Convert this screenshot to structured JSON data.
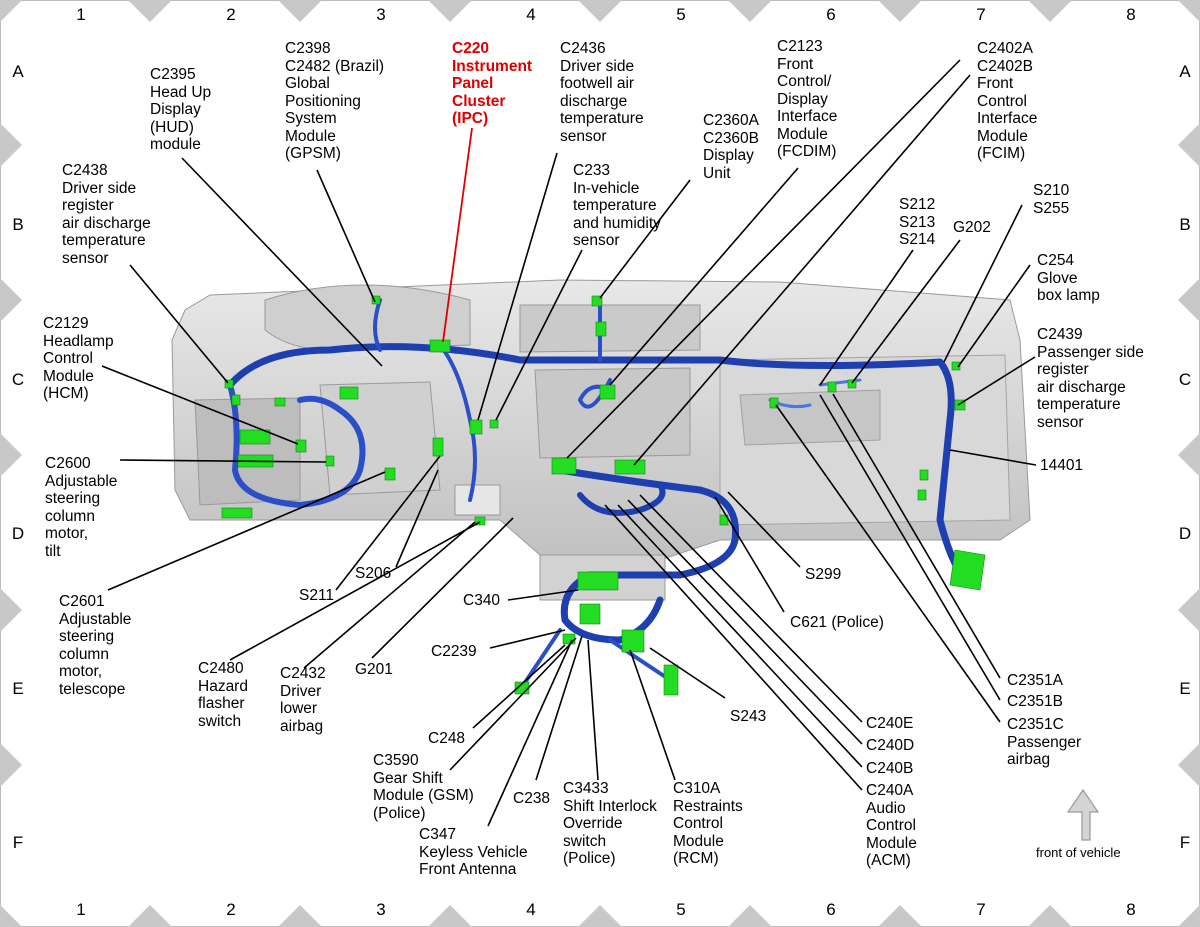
{
  "grid": {
    "columns": [
      "1",
      "2",
      "3",
      "4",
      "5",
      "6",
      "7",
      "8"
    ],
    "rows": [
      "A",
      "B",
      "C",
      "D",
      "E",
      "F"
    ]
  },
  "labels": {
    "c2395": [
      "C2395",
      "Head Up",
      "Display",
      "(HUD)",
      "module"
    ],
    "c2398": [
      "C2398",
      "C2482 (Brazil)",
      "Global",
      "Positioning",
      "System",
      "Module",
      "(GPSM)"
    ],
    "c220": [
      "C220",
      "Instrument",
      "Panel",
      "Cluster",
      "(IPC)"
    ],
    "c2436": [
      "C2436",
      "Driver side",
      "footwell air",
      "discharge",
      "temperature",
      "sensor"
    ],
    "c2123": [
      "C2123",
      "Front",
      "Control/",
      "Display",
      "Interface",
      "Module",
      "(FCDIM)"
    ],
    "c2402": [
      "C2402A",
      "C2402B",
      "Front",
      "Control",
      "Interface",
      "Module",
      "(FCIM)"
    ],
    "c2360": [
      "C2360A",
      "C2360B",
      "Display",
      "Unit"
    ],
    "c2438": [
      "C2438",
      "Driver side",
      "register",
      "air discharge",
      "temperature",
      "sensor"
    ],
    "c233": [
      "C233",
      "In-vehicle",
      "temperature",
      "and humidity",
      "sensor"
    ],
    "s212": [
      "S212",
      "S213",
      "S214"
    ],
    "g202": [
      "G202"
    ],
    "s210": [
      "S210",
      "S255"
    ],
    "c254": [
      "C254",
      "Glove",
      "box lamp"
    ],
    "c2129": [
      "C2129",
      "Headlamp",
      "Control",
      "Module",
      "(HCM)"
    ],
    "c2439": [
      "C2439",
      "Passenger side",
      "register",
      "air discharge",
      "temperature",
      "sensor"
    ],
    "c2600": [
      "C2600",
      "Adjustable",
      "steering",
      "column",
      "motor,",
      "tilt"
    ],
    "c14401": [
      "14401"
    ],
    "s206": [
      "S206"
    ],
    "s211": [
      "S211"
    ],
    "s299": [
      "S299"
    ],
    "c340": [
      "C340"
    ],
    "c2601": [
      "C2601",
      "Adjustable",
      "steering",
      "column",
      "motor,",
      "telescope"
    ],
    "c621": [
      "C621 (Police)"
    ],
    "c2239": [
      "C2239"
    ],
    "g201": [
      "G201"
    ],
    "c2480": [
      "C2480",
      "Hazard",
      "flasher",
      "switch"
    ],
    "c2432": [
      "C2432",
      "Driver",
      "lower",
      "airbag"
    ],
    "c2351a": [
      "C2351A"
    ],
    "c2351b": [
      "C2351B"
    ],
    "c2351c": [
      "C2351C",
      "Passenger",
      "airbag"
    ],
    "s243": [
      "S243"
    ],
    "c240e": [
      "C240E"
    ],
    "c240d": [
      "C240D"
    ],
    "c240b": [
      "C240B"
    ],
    "c248": [
      "C248"
    ],
    "c3590": [
      "C3590",
      "Gear Shift",
      "Module (GSM)",
      "(Police)"
    ],
    "c238": [
      "C238"
    ],
    "c3433": [
      "C3433",
      "Shift Interlock",
      "Override",
      "switch",
      "(Police)"
    ],
    "c310a": [
      "C310A",
      "Restraints",
      "Control",
      "Module",
      "(RCM)"
    ],
    "c240a": [
      "C240A",
      "Audio",
      "Control",
      "Module",
      "(ACM)"
    ],
    "c347": [
      "C347",
      "Keyless Vehicle",
      "Front Antenna"
    ],
    "front": [
      "front of vehicle"
    ]
  },
  "colors": {
    "harness": "#1e3fb0",
    "harness_light": "#4a78e0",
    "connector": "#22dd22",
    "callout_red": "#e00000",
    "dash": "#d6d6d6",
    "border_triangle": "#c8c8c8"
  },
  "icons": {
    "front_arrow": "up-arrow-icon"
  }
}
